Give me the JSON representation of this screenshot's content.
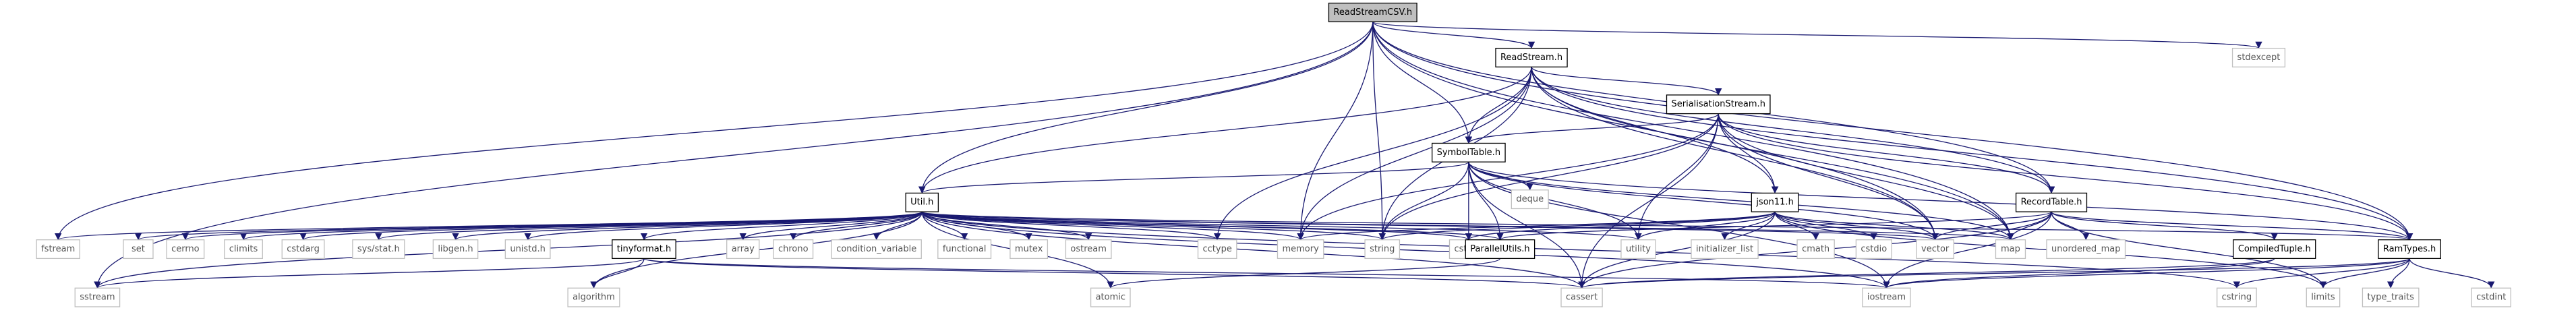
{
  "graph": {
    "colors": {
      "edge": "#191970",
      "edge_alt": "#2e3a87",
      "root_fill": "#bfbfbf",
      "node_fill": "#ffffff",
      "node_border": "#000000",
      "ext_border": "#bfbfbf",
      "ext_text": "#555555",
      "text": "#000000"
    },
    "nodes": [
      {
        "id": "root",
        "label": "ReadStreamCSV.h",
        "kind": "root"
      },
      {
        "id": "readstream",
        "label": "ReadStream.h",
        "kind": "local"
      },
      {
        "id": "stdexcept",
        "label": "stdexcept",
        "kind": "ext"
      },
      {
        "id": "serial",
        "label": "SerialisationStream.h",
        "kind": "local"
      },
      {
        "id": "symbol",
        "label": "SymbolTable.h",
        "kind": "local"
      },
      {
        "id": "deque",
        "label": "deque",
        "kind": "ext"
      },
      {
        "id": "util",
        "label": "Util.h",
        "kind": "local"
      },
      {
        "id": "json",
        "label": "json11.h",
        "kind": "local"
      },
      {
        "id": "record",
        "label": "RecordTable.h",
        "kind": "local"
      },
      {
        "id": "fstream",
        "label": "fstream",
        "kind": "ext"
      },
      {
        "id": "set",
        "label": "set",
        "kind": "ext"
      },
      {
        "id": "cerrno",
        "label": "cerrno",
        "kind": "ext"
      },
      {
        "id": "climits",
        "label": "climits",
        "kind": "ext"
      },
      {
        "id": "cstdarg",
        "label": "cstdarg",
        "kind": "ext"
      },
      {
        "id": "sysstat",
        "label": "sys/stat.h",
        "kind": "ext"
      },
      {
        "id": "libgen",
        "label": "libgen.h",
        "kind": "ext"
      },
      {
        "id": "unistd",
        "label": "unistd.h",
        "kind": "ext"
      },
      {
        "id": "tinyformat",
        "label": "tinyformat.h",
        "kind": "local"
      },
      {
        "id": "array",
        "label": "array",
        "kind": "ext"
      },
      {
        "id": "chrono",
        "label": "chrono",
        "kind": "ext"
      },
      {
        "id": "condvar",
        "label": "condition_variable",
        "kind": "ext"
      },
      {
        "id": "functional",
        "label": "functional",
        "kind": "ext"
      },
      {
        "id": "mutex",
        "label": "mutex",
        "kind": "ext"
      },
      {
        "id": "ostream",
        "label": "ostream",
        "kind": "ext"
      },
      {
        "id": "cctype",
        "label": "cctype",
        "kind": "ext"
      },
      {
        "id": "memory",
        "label": "memory",
        "kind": "ext"
      },
      {
        "id": "string",
        "label": "string",
        "kind": "ext"
      },
      {
        "id": "cstdlib",
        "label": "cstdlib",
        "kind": "ext"
      },
      {
        "id": "parallel",
        "label": "ParallelUtils.h",
        "kind": "local"
      },
      {
        "id": "utility",
        "label": "utility",
        "kind": "ext"
      },
      {
        "id": "initlist",
        "label": "initializer_list",
        "kind": "ext"
      },
      {
        "id": "cmath",
        "label": "cmath",
        "kind": "ext"
      },
      {
        "id": "cstdio",
        "label": "cstdio",
        "kind": "ext"
      },
      {
        "id": "vector",
        "label": "vector",
        "kind": "ext"
      },
      {
        "id": "map",
        "label": "map",
        "kind": "ext"
      },
      {
        "id": "unordmap",
        "label": "unordered_map",
        "kind": "ext"
      },
      {
        "id": "compiled",
        "label": "CompiledTuple.h",
        "kind": "local"
      },
      {
        "id": "ramtypes",
        "label": "RamTypes.h",
        "kind": "local"
      },
      {
        "id": "sstream",
        "label": "sstream",
        "kind": "ext"
      },
      {
        "id": "algorithm",
        "label": "algorithm",
        "kind": "ext"
      },
      {
        "id": "atomic",
        "label": "atomic",
        "kind": "ext"
      },
      {
        "id": "cassert",
        "label": "cassert",
        "kind": "ext"
      },
      {
        "id": "iostream",
        "label": "iostream",
        "kind": "ext"
      },
      {
        "id": "cstring",
        "label": "cstring",
        "kind": "ext"
      },
      {
        "id": "limits",
        "label": "limits",
        "kind": "ext"
      },
      {
        "id": "typetraits",
        "label": "type_traits",
        "kind": "ext"
      },
      {
        "id": "cstdint",
        "label": "cstdint",
        "kind": "ext"
      }
    ],
    "edges": [
      [
        "root",
        "readstream"
      ],
      [
        "root",
        "stdexcept"
      ],
      [
        "root",
        "symbol"
      ],
      [
        "root",
        "util"
      ],
      [
        "root",
        "record"
      ],
      [
        "root",
        "ramtypes"
      ],
      [
        "root",
        "fstream"
      ],
      [
        "root",
        "sstream"
      ],
      [
        "root",
        "string"
      ],
      [
        "root",
        "memory"
      ],
      [
        "root",
        "vector"
      ],
      [
        "root",
        "map"
      ],
      [
        "readstream",
        "serial"
      ],
      [
        "readstream",
        "symbol"
      ],
      [
        "readstream",
        "util"
      ],
      [
        "readstream",
        "json"
      ],
      [
        "readstream",
        "record"
      ],
      [
        "readstream",
        "ramtypes"
      ],
      [
        "readstream",
        "cctype"
      ],
      [
        "readstream",
        "memory"
      ],
      [
        "readstream",
        "string"
      ],
      [
        "readstream",
        "vector"
      ],
      [
        "readstream",
        "map"
      ],
      [
        "serial",
        "symbol"
      ],
      [
        "serial",
        "json"
      ],
      [
        "serial",
        "record"
      ],
      [
        "serial",
        "ramtypes"
      ],
      [
        "serial",
        "string"
      ],
      [
        "serial",
        "cassert"
      ],
      [
        "serial",
        "vector"
      ],
      [
        "serial",
        "map"
      ],
      [
        "serial",
        "utility"
      ],
      [
        "serial",
        "memory"
      ],
      [
        "symbol",
        "deque"
      ],
      [
        "symbol",
        "util"
      ],
      [
        "symbol",
        "parallel"
      ],
      [
        "symbol",
        "string"
      ],
      [
        "symbol",
        "vector"
      ],
      [
        "symbol",
        "map"
      ],
      [
        "symbol",
        "utility"
      ],
      [
        "symbol",
        "iostream"
      ],
      [
        "symbol",
        "cassert"
      ],
      [
        "symbol",
        "ramtypes"
      ],
      [
        "symbol",
        "cstdlib"
      ],
      [
        "json",
        "string"
      ],
      [
        "json",
        "vector"
      ],
      [
        "json",
        "map"
      ],
      [
        "json",
        "memory"
      ],
      [
        "json",
        "initlist"
      ],
      [
        "json",
        "cmath"
      ],
      [
        "json",
        "cstdio"
      ],
      [
        "json",
        "cstdlib"
      ],
      [
        "json",
        "cassert"
      ],
      [
        "json",
        "utility"
      ],
      [
        "json",
        "limits"
      ],
      [
        "record",
        "ramtypes"
      ],
      [
        "record",
        "compiled"
      ],
      [
        "record",
        "parallel"
      ],
      [
        "record",
        "map"
      ],
      [
        "record",
        "vector"
      ],
      [
        "record",
        "unordmap"
      ],
      [
        "record",
        "cassert"
      ],
      [
        "record",
        "iostream"
      ],
      [
        "record",
        "limits"
      ],
      [
        "util",
        "fstream"
      ],
      [
        "util",
        "set"
      ],
      [
        "util",
        "cerrno"
      ],
      [
        "util",
        "climits"
      ],
      [
        "util",
        "cstdarg"
      ],
      [
        "util",
        "sysstat"
      ],
      [
        "util",
        "libgen"
      ],
      [
        "util",
        "unistd"
      ],
      [
        "util",
        "tinyformat"
      ],
      [
        "util",
        "array"
      ],
      [
        "util",
        "chrono"
      ],
      [
        "util",
        "condvar"
      ],
      [
        "util",
        "functional"
      ],
      [
        "util",
        "mutex"
      ],
      [
        "util",
        "ostream"
      ],
      [
        "util",
        "cctype"
      ],
      [
        "util",
        "memory"
      ],
      [
        "util",
        "string"
      ],
      [
        "util",
        "cstdlib"
      ],
      [
        "util",
        "utility"
      ],
      [
        "util",
        "vector"
      ],
      [
        "util",
        "map"
      ],
      [
        "util",
        "sstream"
      ],
      [
        "util",
        "algorithm"
      ],
      [
        "util",
        "atomic"
      ],
      [
        "util",
        "cassert"
      ],
      [
        "util",
        "iostream"
      ],
      [
        "util",
        "ramtypes"
      ],
      [
        "util",
        "parallel"
      ],
      [
        "util",
        "cstring"
      ],
      [
        "tinyformat",
        "algorithm"
      ],
      [
        "tinyformat",
        "sstream"
      ],
      [
        "tinyformat",
        "cassert"
      ],
      [
        "tinyformat",
        "iostream"
      ],
      [
        "parallel",
        "atomic"
      ],
      [
        "compiled",
        "cassert"
      ],
      [
        "compiled",
        "iostream"
      ],
      [
        "ramtypes",
        "cstdint"
      ],
      [
        "ramtypes",
        "cstring"
      ],
      [
        "ramtypes",
        "limits"
      ],
      [
        "ramtypes",
        "type_traits_dummy"
      ],
      [
        "ramtypes",
        "typetraits"
      ],
      [
        "ramtypes",
        "cassert"
      ],
      [
        "ramtypes",
        "iostream"
      ]
    ]
  }
}
